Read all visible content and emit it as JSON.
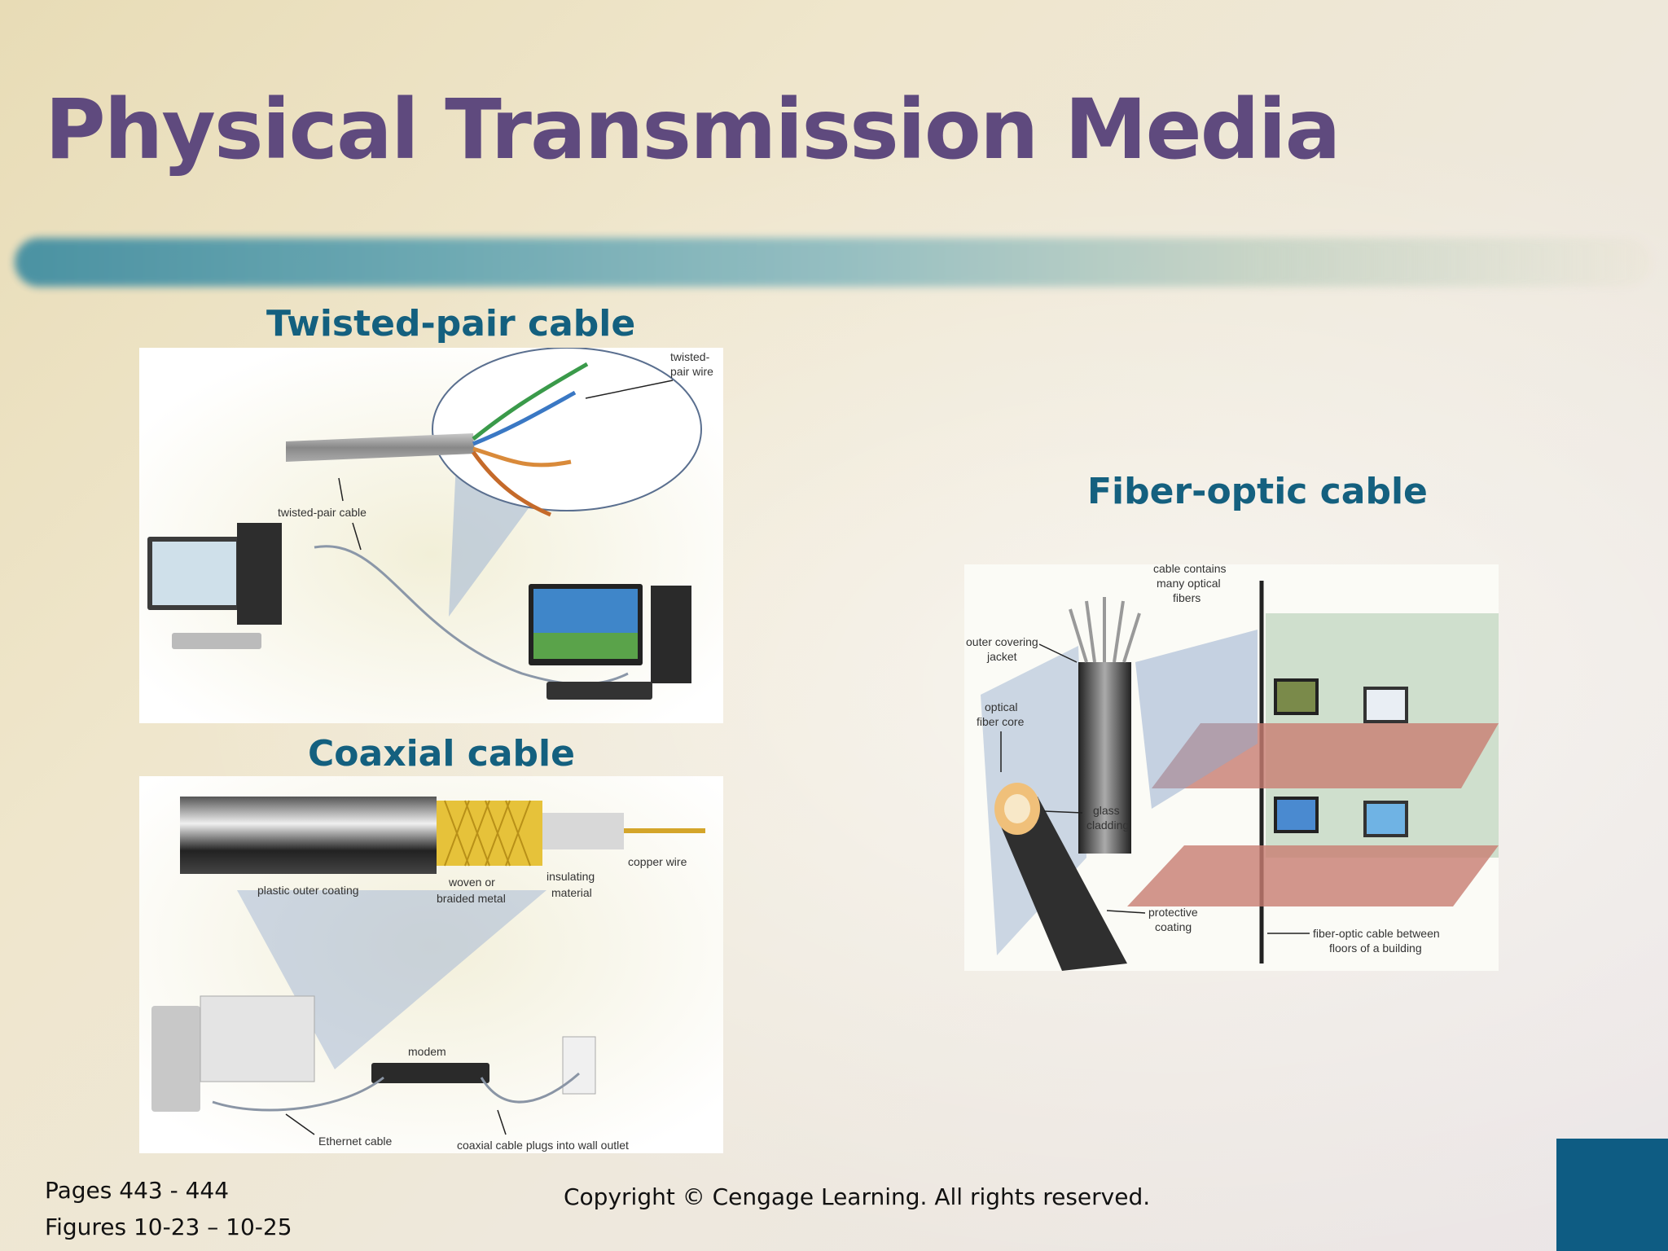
{
  "slide": {
    "title": "Physical Transmission Media",
    "accent_color": "#5f4a7e",
    "label_color": "#14607f"
  },
  "figures": {
    "twisted_pair": {
      "caption": "Twisted-pair cable",
      "labels": {
        "wire_line1": "twisted-",
        "wire_line2": "pair wire",
        "cable": "twisted-pair cable"
      }
    },
    "fiber_optic": {
      "caption": "Fiber-optic cable",
      "labels": {
        "contains_line1": "cable contains",
        "contains_line2": "many optical",
        "contains_line3": "fibers",
        "outer_line1": "outer covering",
        "outer_line2": "jacket",
        "core_line1": "optical",
        "core_line2": "fiber core",
        "cladding_line1": "glass",
        "cladding_line2": "cladding",
        "protective_line1": "protective",
        "protective_line2": "coating",
        "between_line1": "fiber-optic cable between",
        "between_line2": "floors of a building"
      }
    },
    "coaxial": {
      "caption": "Coaxial cable",
      "labels": {
        "copper": "copper wire",
        "plastic": "plastic outer coating",
        "woven_line1": "woven or",
        "woven_line2": "braided metal",
        "insulating_line1": "insulating",
        "insulating_line2": "material",
        "modem": "modem",
        "ethernet": "Ethernet cable",
        "wall": "coaxial cable plugs into wall outlet"
      }
    }
  },
  "footer": {
    "pages": "Pages 443 - 444",
    "figures": "Figures 10-23 – 10-25",
    "copyright": "Copyright © Cengage Learning. All rights reserved."
  }
}
